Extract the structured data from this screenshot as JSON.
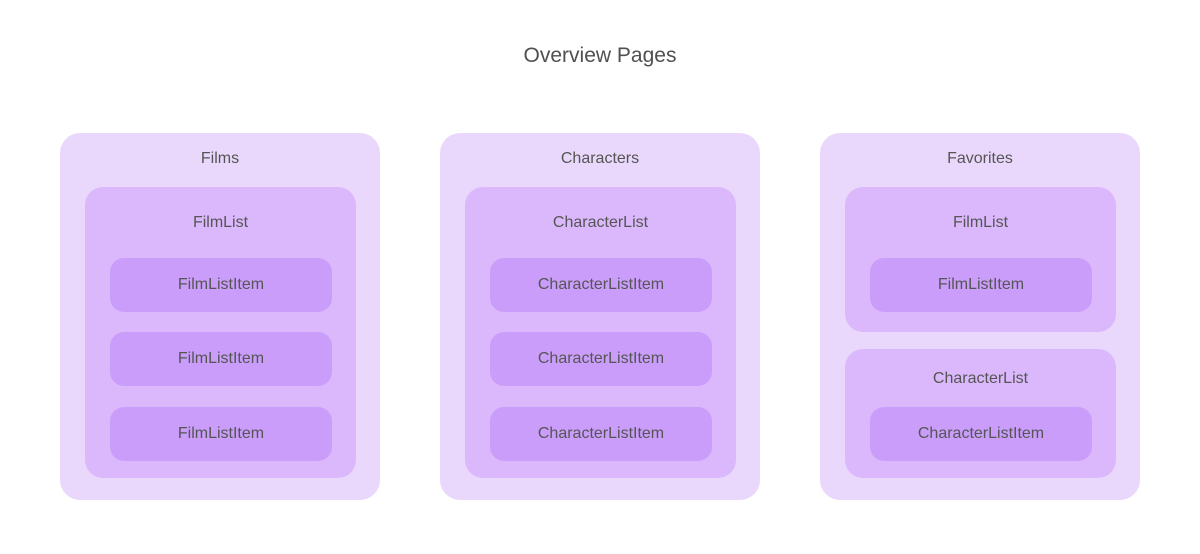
{
  "title": "Overview Pages",
  "pages": [
    {
      "label": "Films",
      "lists": [
        {
          "label": "FilmList",
          "items": [
            "FilmListItem",
            "FilmListItem",
            "FilmListItem"
          ]
        }
      ]
    },
    {
      "label": "Characters",
      "lists": [
        {
          "label": "CharacterList",
          "items": [
            "CharacterListItem",
            "CharacterListItem",
            "CharacterListItem"
          ]
        }
      ]
    },
    {
      "label": "Favorites",
      "lists": [
        {
          "label": "FilmList",
          "items": [
            "FilmListItem"
          ]
        },
        {
          "label": "CharacterList",
          "items": [
            "CharacterListItem"
          ]
        }
      ]
    }
  ],
  "colors": {
    "page_bg": "#ead8fc",
    "list_bg": "#dbb8fb",
    "item_bg": "#cb9dfa",
    "text": "#555555"
  }
}
